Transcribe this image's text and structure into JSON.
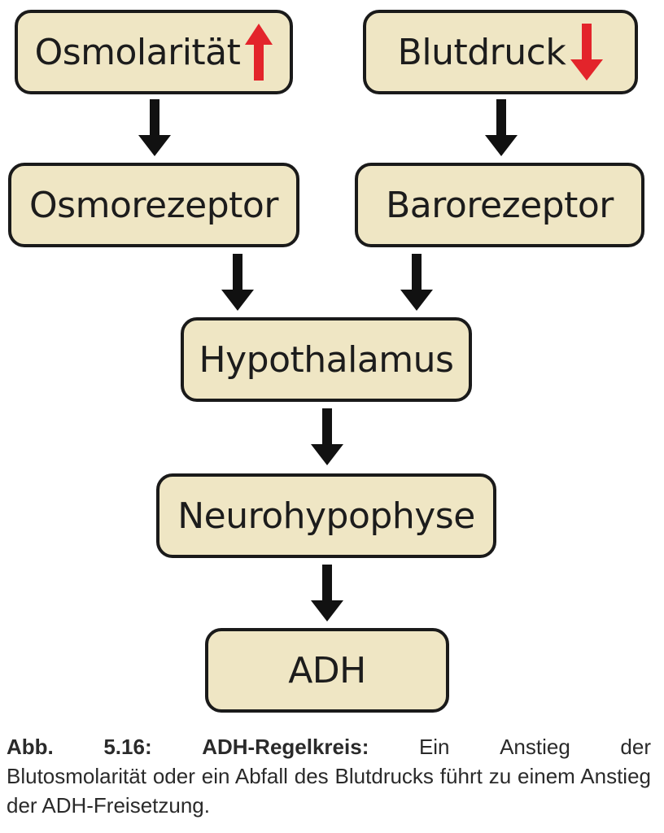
{
  "diagram": {
    "nodes": {
      "osmolaritaet": "Osmolarität",
      "blutdruck": "Blutdruck",
      "osmorezeptor": "Osmorezeptor",
      "barorezeptor": "Barorezeptor",
      "hypothalamus": "Hypothalamus",
      "neurohypophyse": "Neurohypophyse",
      "adh": "ADH"
    },
    "trend_icons": {
      "osmolaritaet": "arrow-up-icon",
      "blutdruck": "arrow-down-icon"
    },
    "colors": {
      "box_fill": "#efe6c4",
      "box_border": "#1a1a1a",
      "flow_arrow": "#111111",
      "trend_arrow": "#e3242b"
    }
  },
  "caption": {
    "w1": "Abb.",
    "w2": "5.16:",
    "w3": "ADH-Regelkreis:",
    "w4": "Ein",
    "w5": "Anstieg",
    "w6": "der",
    "rest": "Blutosmolarität oder ein Abfall des Blutdrucks führt zu einem Anstieg der ADH-Freisetzung."
  }
}
